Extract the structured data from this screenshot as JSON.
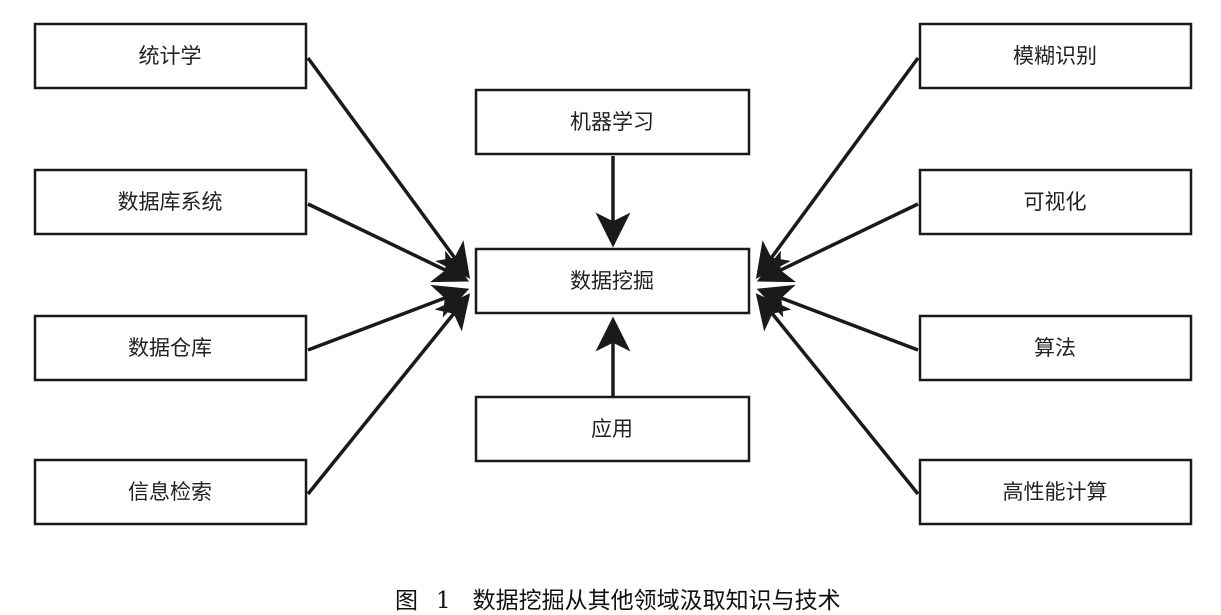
{
  "diagram": {
    "center": "数据挖掘",
    "top": "机器学习",
    "bottom": "应用",
    "left": [
      "统计学",
      "数据库系统",
      "数据仓库",
      "信息检索"
    ],
    "right": [
      "模糊识别",
      "可视化",
      "算法",
      "高性能计算"
    ]
  },
  "caption": {
    "figure_label": "图",
    "figure_number": "1",
    "text": "数据挖掘从其他领域汲取知识与技术"
  },
  "colors": {
    "stroke": "#1a1a1a",
    "fill": "#ffffff",
    "text": "#222222"
  }
}
